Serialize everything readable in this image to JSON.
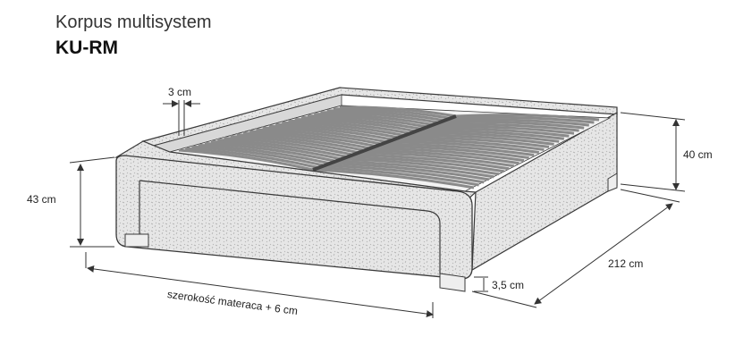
{
  "header": {
    "title": "Korpus multisystem",
    "model": "KU-RM"
  },
  "dimensions": {
    "frame_thickness": "3 cm",
    "total_height": "43 cm",
    "frame_height": "40 cm",
    "length": "212 cm",
    "leg_height": "3,5 cm",
    "width": "szerokość materaca + 6 cm"
  },
  "colors": {
    "line": "#3a3a3a",
    "fabric": "#e4e4e4",
    "slat": "#8a8a8a"
  }
}
